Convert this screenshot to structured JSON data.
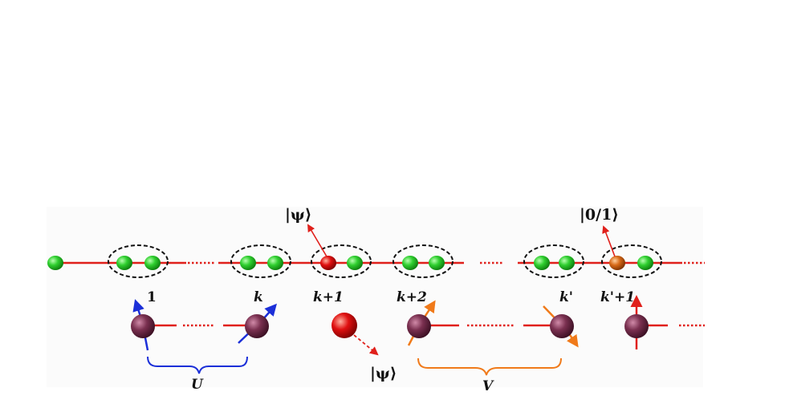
{
  "labels": {
    "site_1": "1",
    "site_k": "k",
    "site_k1": "k+1",
    "site_k2": "k+2",
    "site_kp": "k'",
    "site_kp1": "k'+1",
    "psi_top": "|ψ⟩",
    "psi_bottom": "|ψ⟩",
    "ket_01": "|0/1⟩",
    "op_U": "U",
    "op_V": "V"
  },
  "colors": {
    "chain_red": "#e0201b",
    "green_ball": "#22b822",
    "red_ball": "#d81010",
    "orange_ball": "#d06010",
    "spin_purple": "#6a2a4a",
    "blue": "#1b2fd8",
    "orange": "#f07a1a",
    "dashed": "#111111"
  }
}
